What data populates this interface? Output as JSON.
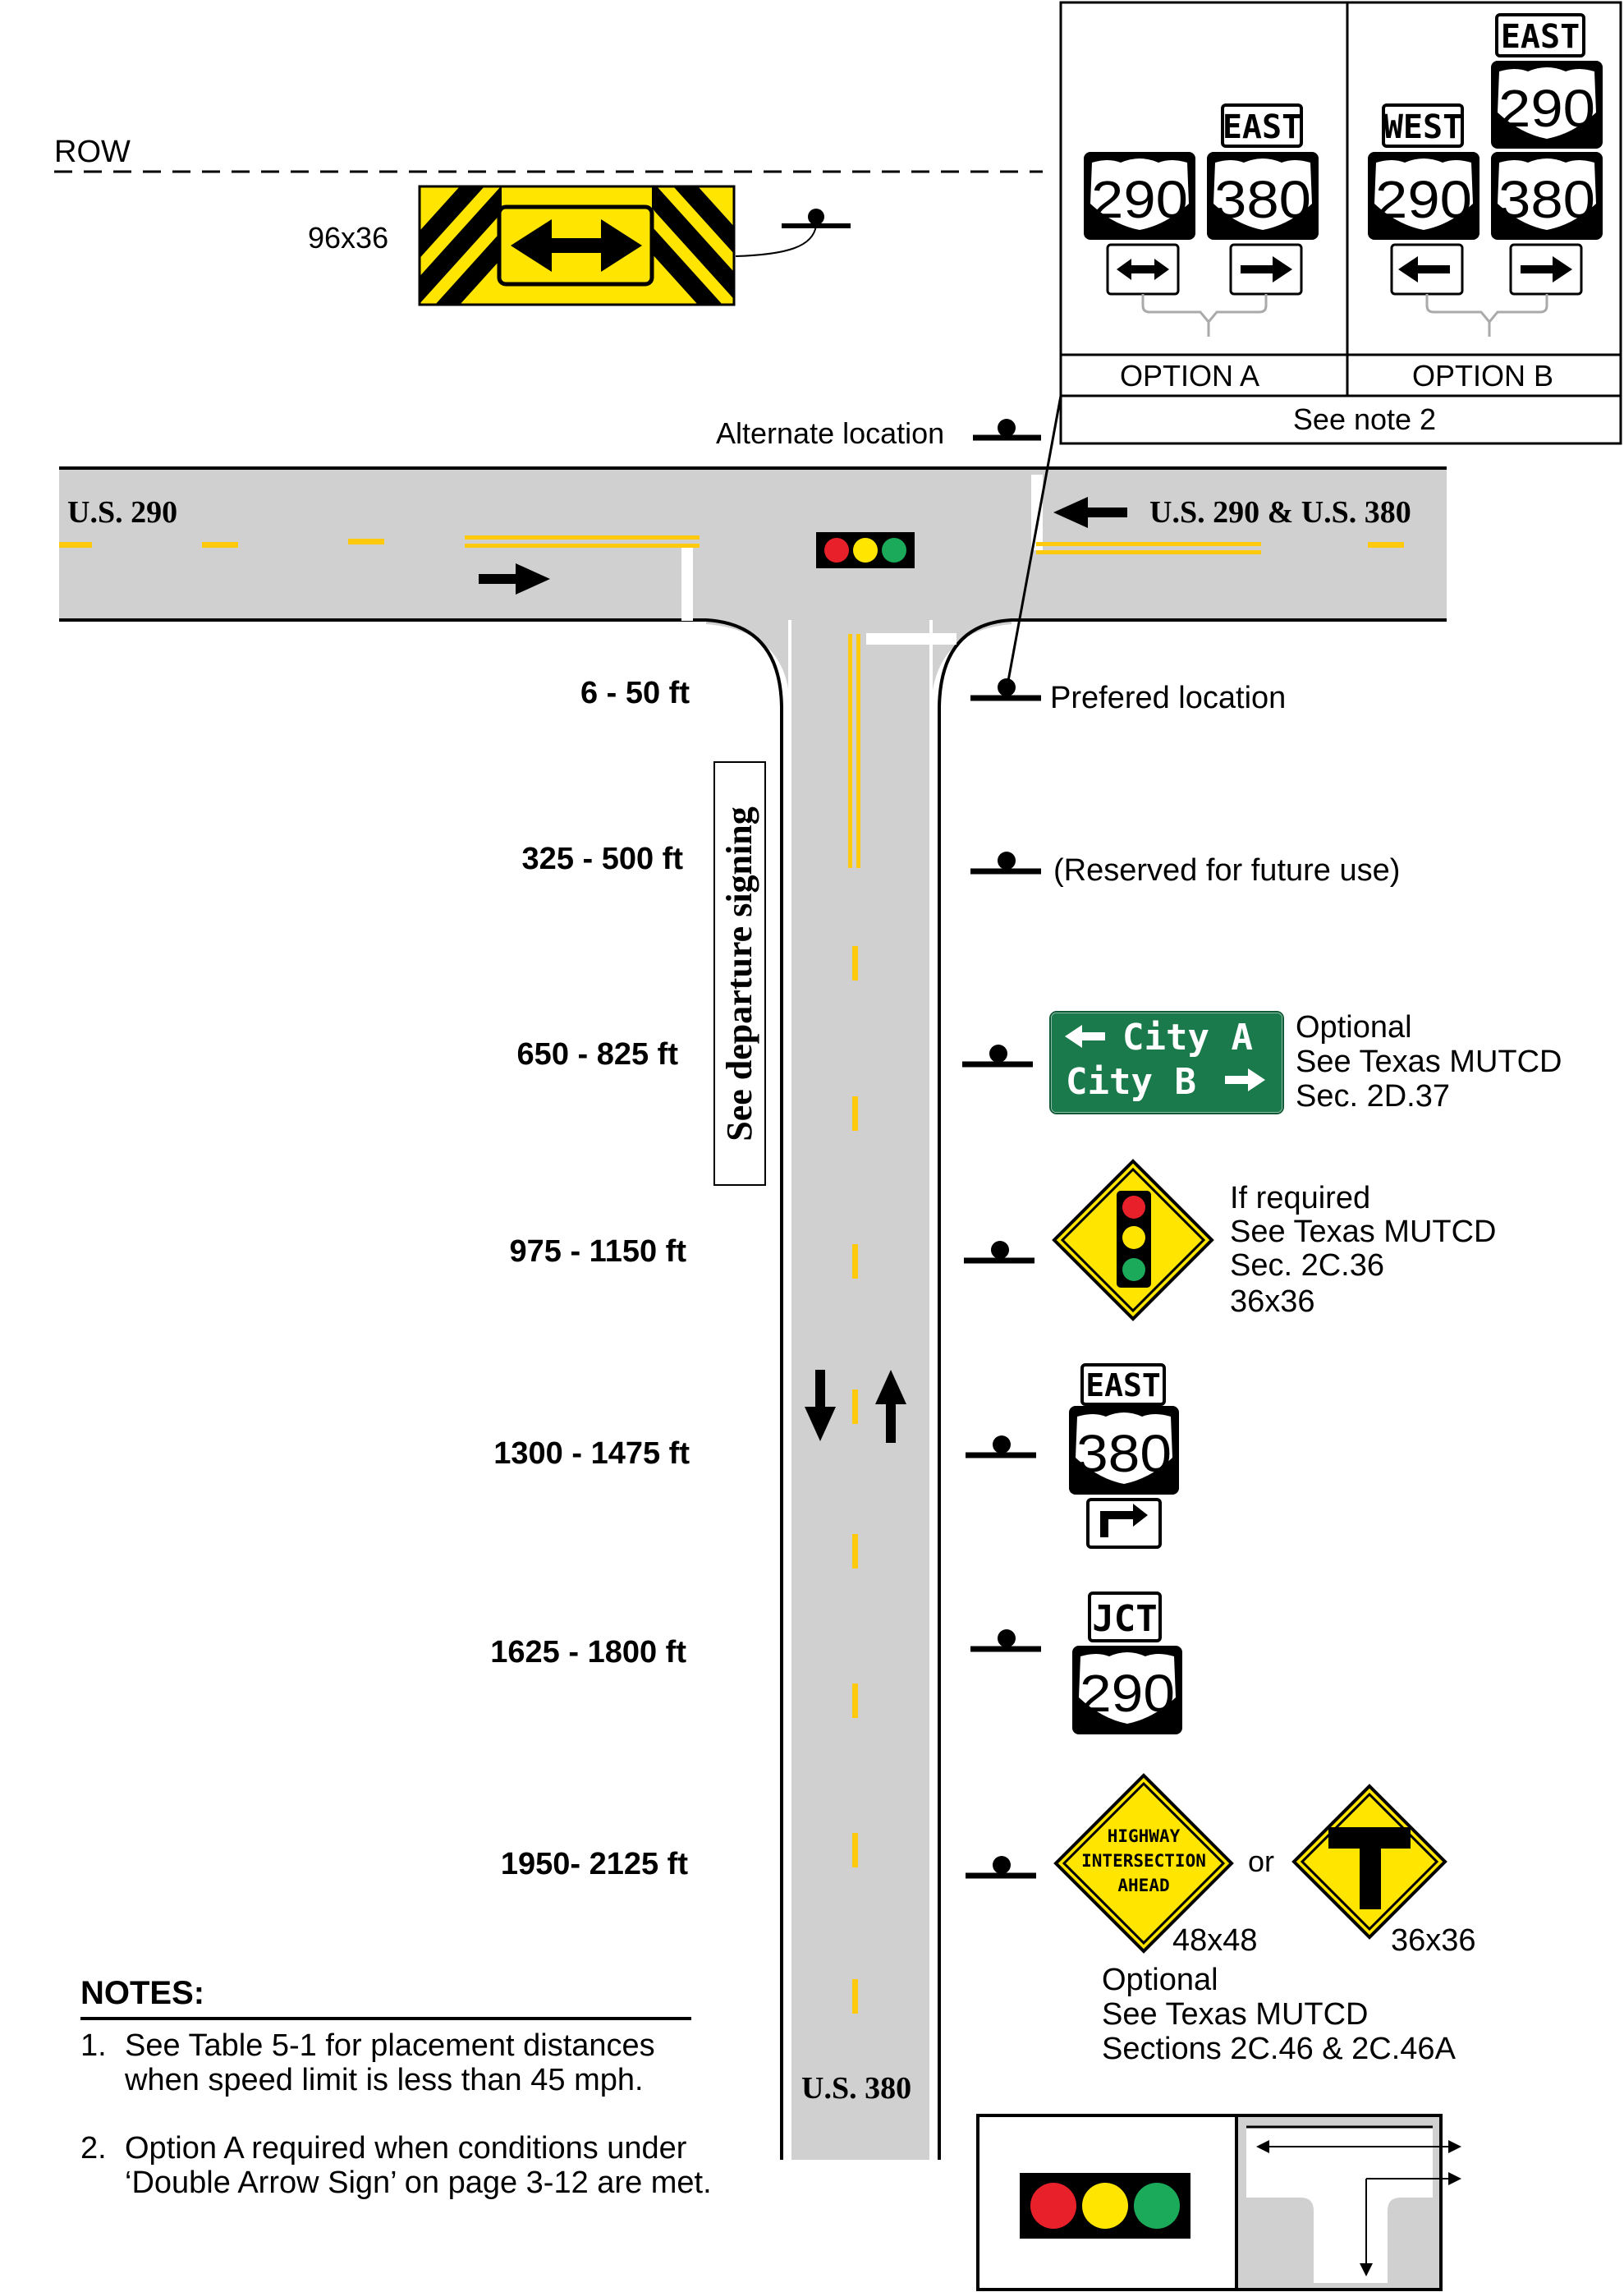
{
  "row_label": "ROW",
  "sign_size_96x36": "96x36",
  "options_panel": {
    "option_a": {
      "cardinal": "EAST",
      "route_left": "290",
      "route_right": "380",
      "label": "OPTION A"
    },
    "option_b": {
      "cardinal_west": "WEST",
      "cardinal_east": "EAST",
      "route_left": "290",
      "route_right_top": "290",
      "route_right_bottom": "380",
      "label": "OPTION B"
    },
    "see_note": "See note 2"
  },
  "alternate_location": "Alternate location",
  "roads": {
    "left": "U.S. 290",
    "right": "U.S. 290 & U.S. 380",
    "bottom": "U.S. 380"
  },
  "preferred_location": "Prefered location",
  "departure_signing": "See departure signing",
  "distances": [
    "6 - 50 ft",
    "325 - 500 ft",
    "650 - 825 ft",
    "975 - 1150 ft",
    "1300 - 1475 ft",
    "1625 - 1800 ft",
    "1950-  2125 ft"
  ],
  "reserved": "(Reserved for future use)",
  "guide_sign": {
    "line1": "City  A",
    "line2": "City B",
    "note": [
      "Optional",
      "See Texas MUTCD",
      "Sec. 2D.37"
    ]
  },
  "signal_ahead": {
    "note": [
      "If required",
      "See Texas MUTCD",
      "Sec. 2C.36",
      "36x36"
    ]
  },
  "east_380": {
    "cardinal": "EAST",
    "route": "380"
  },
  "jct_290": {
    "jct": "JCT",
    "route": "290"
  },
  "intersection_ahead": {
    "lines": [
      "HIGHWAY",
      "INTERSECTION",
      "AHEAD"
    ],
    "or": "or",
    "size_left": "48x48",
    "size_right": "36x36",
    "note": [
      "Optional",
      "See Texas MUTCD",
      "Sections 2C.46 & 2C.46A"
    ]
  },
  "notes": {
    "title": "NOTES:",
    "items": [
      {
        "num": "1.",
        "line1": "See Table 5-1 for placement distances",
        "line2": "when speed limit is less than 45 mph."
      },
      {
        "num": "2.",
        "line1": "Option A required when conditions under",
        "line2": "‘Double Arrow Sign’ on page 3-12 are met."
      }
    ]
  },
  "colors": {
    "yellow": "#FFE500",
    "green": "#1A7A4C",
    "road": "#D0D0D0",
    "red": "#E8202A",
    "signal_green": "#1AAA5A"
  }
}
